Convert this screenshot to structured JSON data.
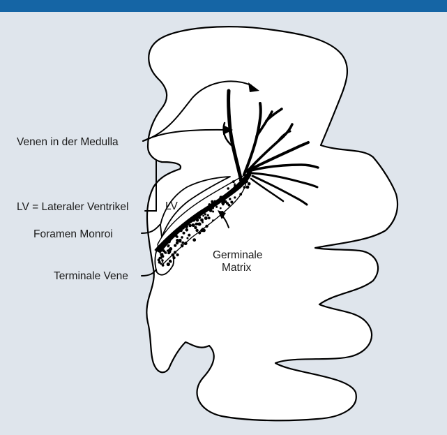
{
  "labels": {
    "venen": "Venen in der Medulla",
    "lv_legend": "LV = Lateraler Ventrikel",
    "lv": "LV",
    "foramen": "Foramen Monroi",
    "terminale": "Terminale Vene",
    "germinale_line1": "Germinale",
    "germinale_line2": "Matrix"
  },
  "colors": {
    "accent_bar": "#1565a5",
    "background": "#dfe5ec",
    "tissue": "#ffffff",
    "ink": "#000000"
  }
}
